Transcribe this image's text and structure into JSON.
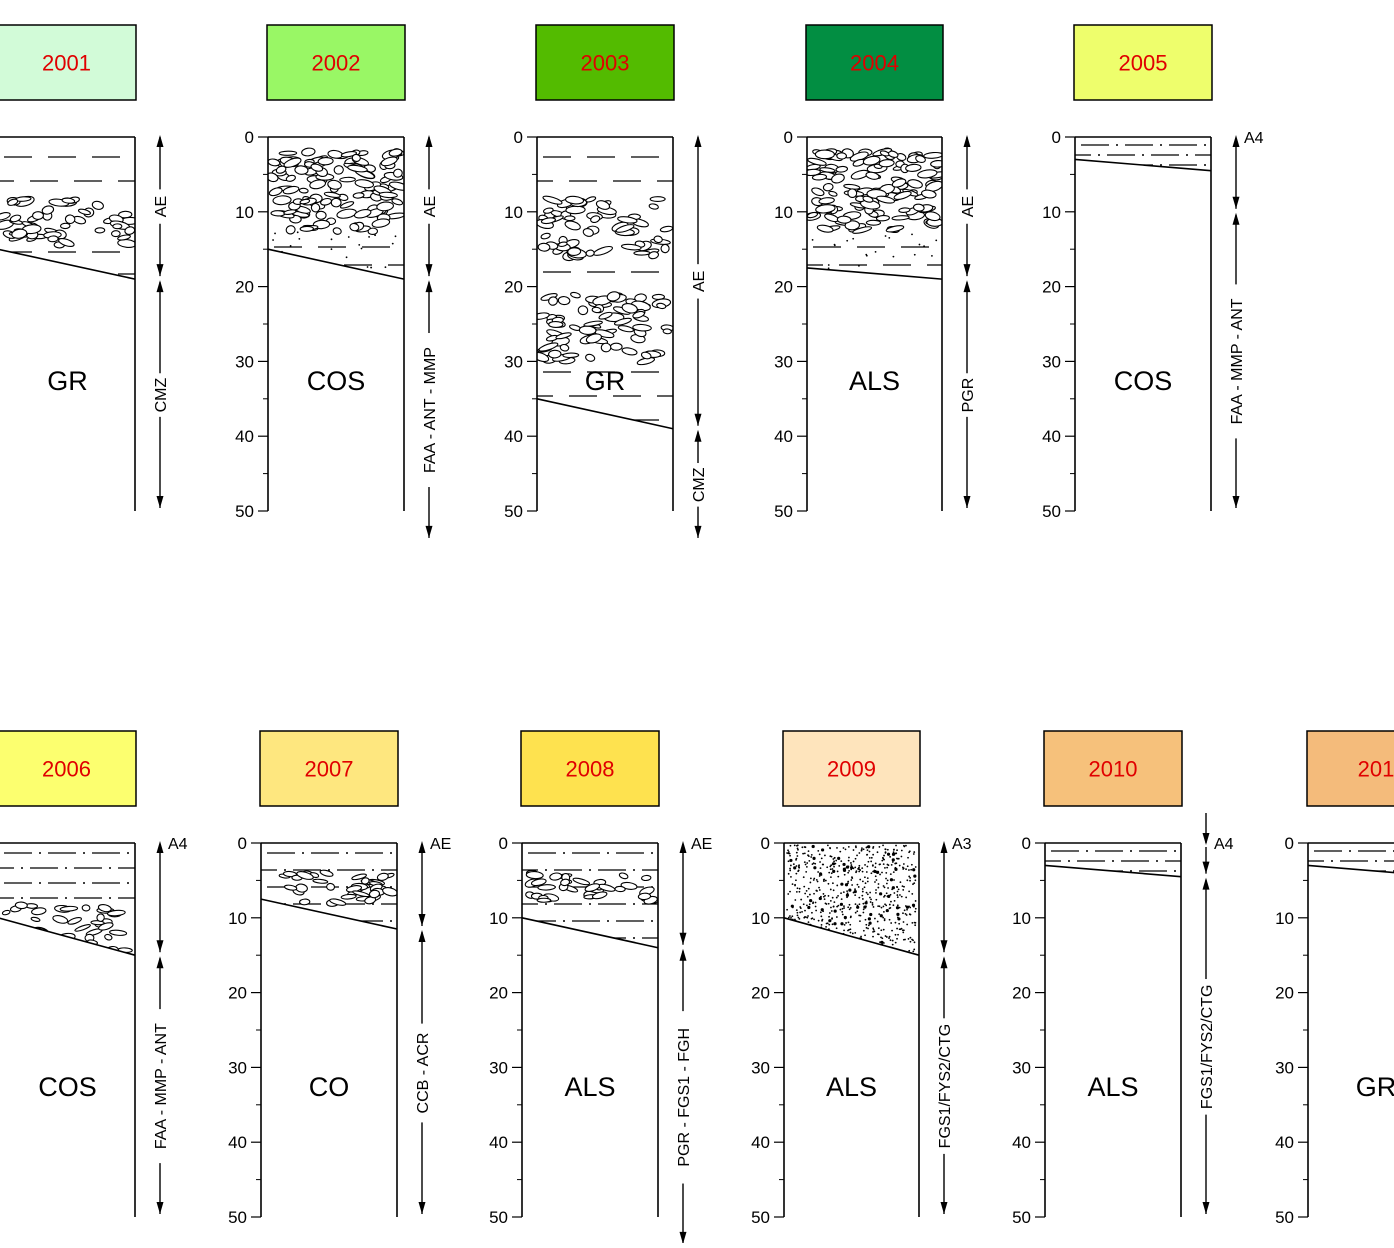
{
  "axis_ticks": [
    "0",
    "10",
    "20",
    "30",
    "40",
    "50"
  ],
  "colors": {
    "year_text": "#e00000",
    "line": "#000000"
  },
  "columns": [
    {
      "id": "c2001",
      "year": "2001",
      "unit": "GR",
      "box_color": "#d2fbd8",
      "interface_depth": [
        15,
        19
      ],
      "show_axis": false,
      "fill": "dash_cobble",
      "zones": [
        {
          "label": "AE",
          "from": 0,
          "to": 19,
          "top_cap": "arrow"
        },
        {
          "label": "CMZ",
          "from": 19,
          "to": 50,
          "top_cap": "arrow"
        }
      ]
    },
    {
      "id": "c2002",
      "year": "2002",
      "unit": "COS",
      "box_color": "#99f765",
      "interface_depth": [
        15,
        19
      ],
      "show_axis": true,
      "fill": "cobble_dots",
      "zones": [
        {
          "label": "AE",
          "from": 0,
          "to": 19,
          "top_cap": "arrow"
        },
        {
          "label": "FAA - ANT - MMP",
          "from": 19,
          "to": 50,
          "top_cap": "arrow",
          "extend": 4
        }
      ]
    },
    {
      "id": "c2003",
      "year": "2003",
      "unit": "GR",
      "box_color": "#53bb00",
      "interface_depth": [
        35,
        39
      ],
      "show_axis": true,
      "fill": "dash_cobble_deep",
      "zones": [
        {
          "label": "AE",
          "from": 0,
          "to": 39,
          "top_cap": "arrow"
        },
        {
          "label": "CMZ",
          "from": 39,
          "to": 50,
          "top_cap": "arrow",
          "extend": 4
        }
      ]
    },
    {
      "id": "c2004",
      "year": "2004",
      "unit": "ALS",
      "box_color": "#028e42",
      "interface_depth": [
        17.5,
        19
      ],
      "show_axis": true,
      "fill": "cobble_dots",
      "zones": [
        {
          "label": "AE",
          "from": 0,
          "to": 19,
          "top_cap": "arrow"
        },
        {
          "label": "PGR",
          "from": 19,
          "to": 50,
          "top_cap": "arrow"
        }
      ]
    },
    {
      "id": "c2005",
      "year": "2005",
      "unit": "COS",
      "box_color": "#eefe6c",
      "interface_depth": [
        3,
        4.5
      ],
      "show_axis": true,
      "fill": "thin_dash_dot",
      "zones": [
        {
          "label": "A4",
          "from": 0,
          "to": 10,
          "top_cap": "arrow",
          "side_label": true
        },
        {
          "label": "FAA - MMP - ANT",
          "from": 10,
          "to": 50,
          "top_cap": "arrow"
        }
      ]
    },
    {
      "id": "c2006",
      "year": "2006",
      "unit": "COS",
      "box_color": "#fcff6f",
      "interface_depth": [
        10,
        15
      ],
      "show_axis": false,
      "fill": "dash_dot_cobble",
      "zones": [
        {
          "label": "A4",
          "from": 0,
          "to": 15,
          "top_cap": "arrow",
          "side_label": true
        },
        {
          "label": "FAA - MMP - ANT",
          "from": 15,
          "to": 50,
          "top_cap": "arrow"
        }
      ]
    },
    {
      "id": "c2007",
      "year": "2007",
      "unit": "CO",
      "box_color": "#fee77f",
      "interface_depth": [
        7.5,
        11.5
      ],
      "show_axis": true,
      "fill": "dash_dot_cobble_small",
      "zones": [
        {
          "label": "AE",
          "from": 0,
          "to": 11.5,
          "top_cap": "arrow",
          "side_label": true
        },
        {
          "label": "CCB - ACR",
          "from": 11.5,
          "to": 50,
          "top_cap": "arrow"
        }
      ]
    },
    {
      "id": "c2008",
      "year": "2008",
      "unit": "ALS",
      "box_color": "#fee24f",
      "interface_depth": [
        10,
        14
      ],
      "show_axis": true,
      "fill": "dash_dot_cobble_small",
      "zones": [
        {
          "label": "AE",
          "from": 0,
          "to": 14,
          "top_cap": "arrow",
          "side_label": true
        },
        {
          "label": "PGR - FGS1  - FGH",
          "from": 14,
          "to": 50,
          "top_cap": "arrow",
          "extend": 4
        }
      ]
    },
    {
      "id": "c2009",
      "year": "2009",
      "unit": "ALS",
      "box_color": "#fee4bc",
      "interface_depth": [
        10,
        15
      ],
      "show_axis": true,
      "fill": "speckle",
      "zones": [
        {
          "label": "A3",
          "from": 0,
          "to": 15,
          "top_cap": "arrow",
          "side_label": true
        },
        {
          "label": "FGS1/FYS2/CTG",
          "from": 15,
          "to": 50,
          "top_cap": "arrow"
        }
      ]
    },
    {
      "id": "c2010",
      "year": "2010",
      "unit": "ALS",
      "box_color": "#f6c17b",
      "interface_depth": [
        3,
        4.5
      ],
      "show_axis": true,
      "fill": "thin_dash_dot",
      "zones": [
        {
          "label": "A4",
          "from": 0,
          "to": 4.5,
          "top_cap": "down_from_above",
          "side_label": true
        },
        {
          "label": "FGS1/FYS2/CTG",
          "from": 4.5,
          "to": 50,
          "top_cap": "arrow"
        }
      ]
    },
    {
      "id": "c2011",
      "year": "201",
      "unit": "GR",
      "box_color": "#f4bb7b",
      "interface_depth": [
        3,
        4.5
      ],
      "show_axis": true,
      "fill": "thin_dash_dot",
      "zones": []
    }
  ]
}
